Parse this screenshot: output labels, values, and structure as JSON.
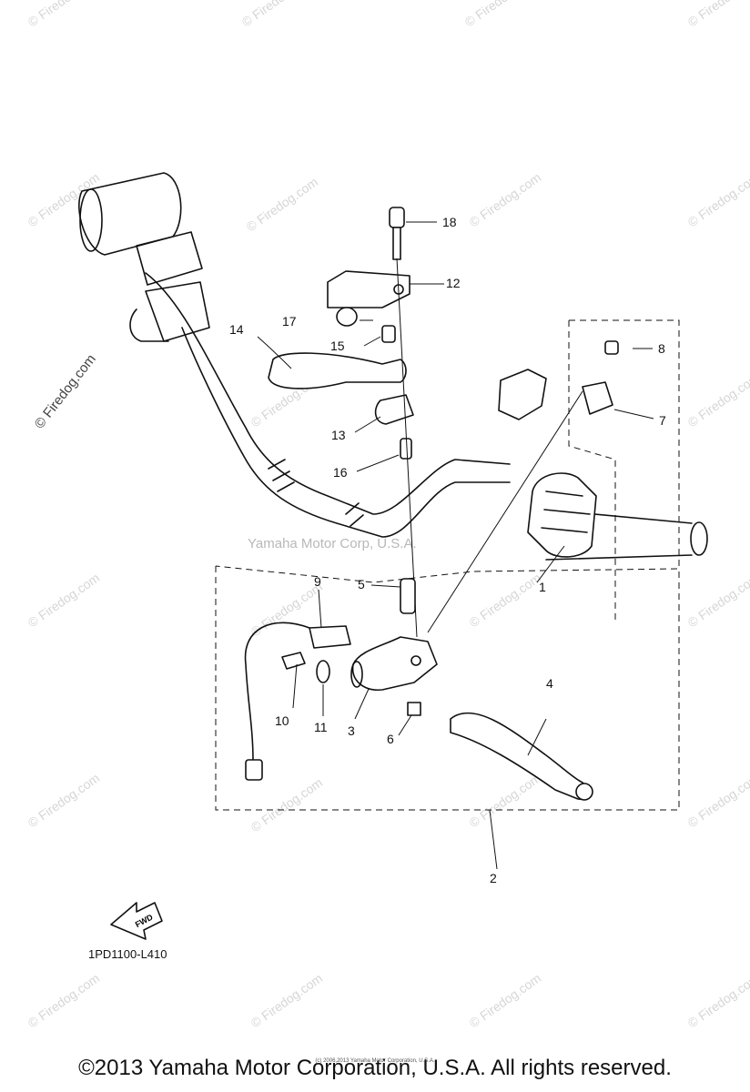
{
  "diagram": {
    "watermark_text": "© Firedog.com",
    "corp_watermark": "Yamaha Motor Corp, U.S.A.",
    "fwd_label": "FWD",
    "diagram_code": "1PD1100-L410",
    "copyright": "©2013 Yamaha Motor Corporation, U.S.A. All rights reserved.",
    "tiny_copyright": "(c) 2006,2013 Yamaha Motor Corporation, U.S.A.",
    "callouts": [
      {
        "n": "1"
      },
      {
        "n": "2"
      },
      {
        "n": "3"
      },
      {
        "n": "4"
      },
      {
        "n": "5"
      },
      {
        "n": "6"
      },
      {
        "n": "7"
      },
      {
        "n": "8"
      },
      {
        "n": "9"
      },
      {
        "n": "10"
      },
      {
        "n": "11"
      },
      {
        "n": "12"
      },
      {
        "n": "13"
      },
      {
        "n": "14"
      },
      {
        "n": "15"
      },
      {
        "n": "16"
      },
      {
        "n": "17"
      },
      {
        "n": "18"
      }
    ]
  }
}
